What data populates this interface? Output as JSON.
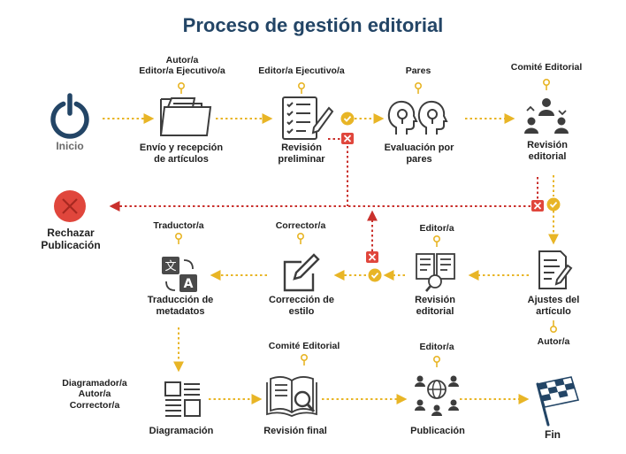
{
  "title": "Proceso de gestión editorial",
  "colors": {
    "accent": "#e8b526",
    "navy": "#234566",
    "reject": "#e0463c",
    "arrow_gold": "#e8b526",
    "arrow_red": "#c9302c",
    "icon": "#3d3d3d"
  },
  "nodes": {
    "inicio": {
      "label": "Inicio",
      "icon": "power-icon"
    },
    "envio": {
      "label": "Envío y recepción\nde artículos",
      "role": "Autor/a\nEditor/a Ejecutivo/a",
      "icon": "folder-icon"
    },
    "revision_preliminar": {
      "label": "Revisión\npreliminar",
      "role": "Editor/a Ejecutivo/a",
      "icon": "checklist-icon"
    },
    "evaluacion": {
      "label": "Evaluación por\npares",
      "role": "Pares",
      "icon": "peer-heads-icon"
    },
    "revision_editorial_1": {
      "label": "Revisión\neditorial",
      "role": "Comité Editorial",
      "icon": "committee-icon"
    },
    "rechazar": {
      "label": "Rechazar\nPublicación",
      "icon": "reject-icon"
    },
    "traduccion": {
      "label": "Traducción de\nmetadatos",
      "role": "Traductor/a",
      "icon": "translate-icon"
    },
    "correccion": {
      "label": "Corrección de\nestilo",
      "role": "Corrector/a",
      "icon": "edit-icon"
    },
    "revision_editorial_2": {
      "label": "Revisión\neditorial",
      "role": "Editor/a",
      "icon": "document-search-icon"
    },
    "ajustes": {
      "label": "Ajustes del\nartículo",
      "role": "Autor/a",
      "icon": "document-pen-icon"
    },
    "diagramacion": {
      "label": "Diagramación",
      "role": "Diagramador/a\nAutor/a\nCorrector/a",
      "icon": "layout-icon"
    },
    "revision_final": {
      "label": "Revisión final",
      "role": "Comité Editorial",
      "icon": "book-search-icon"
    },
    "publicacion": {
      "label": "Publicación",
      "role": "Editor/a",
      "icon": "network-icon"
    },
    "fin": {
      "label": "Fin",
      "icon": "checkered-flag-icon"
    }
  }
}
